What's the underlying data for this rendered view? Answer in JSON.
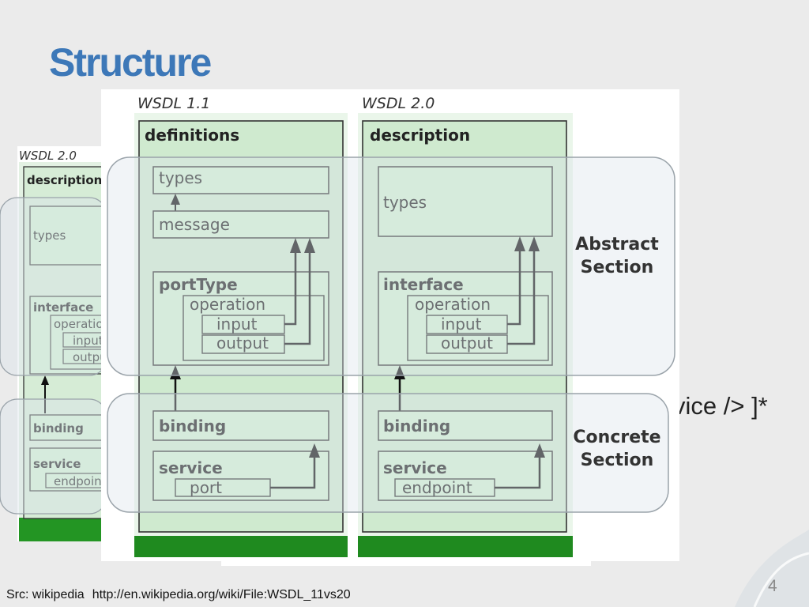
{
  "slide": {
    "title": "Structure",
    "partial_text": "vice /> ]*",
    "page_number": "4",
    "source_label": "Src: wikipedia",
    "source_url": "http://en.wikipedia.org/wiki/File:WSDL_11vs20"
  },
  "background_figure": {
    "version": "WSDL 2.0",
    "root": "description",
    "types": "types",
    "interface": "interface",
    "operation": "operation",
    "input": "input",
    "output": "output",
    "binding": "binding",
    "service": "service",
    "endpoint": "endpoint"
  },
  "diagram": {
    "wsdl11": {
      "version": "WSDL 1.1",
      "root": "definitions",
      "types": "types",
      "message": "message",
      "porttype": "portType",
      "operation": "operation",
      "input": "input",
      "output": "output",
      "binding": "binding",
      "service": "service",
      "port": "port"
    },
    "wsdl20": {
      "version": "WSDL 2.0",
      "root": "description",
      "types": "types",
      "interface": "interface",
      "operation": "operation",
      "input": "input",
      "output": "output",
      "binding": "binding",
      "service": "service",
      "endpoint": "endpoint"
    },
    "sections": {
      "abstract_line1": "Abstract",
      "abstract_line2": "Section",
      "concrete_line1": "Concrete",
      "concrete_line2": "Section"
    }
  },
  "colors": {
    "title": "#3d78b8",
    "green": "#1f8a1f",
    "light_green": "#d2f0d2",
    "panel_green": "#a9d7a9"
  }
}
